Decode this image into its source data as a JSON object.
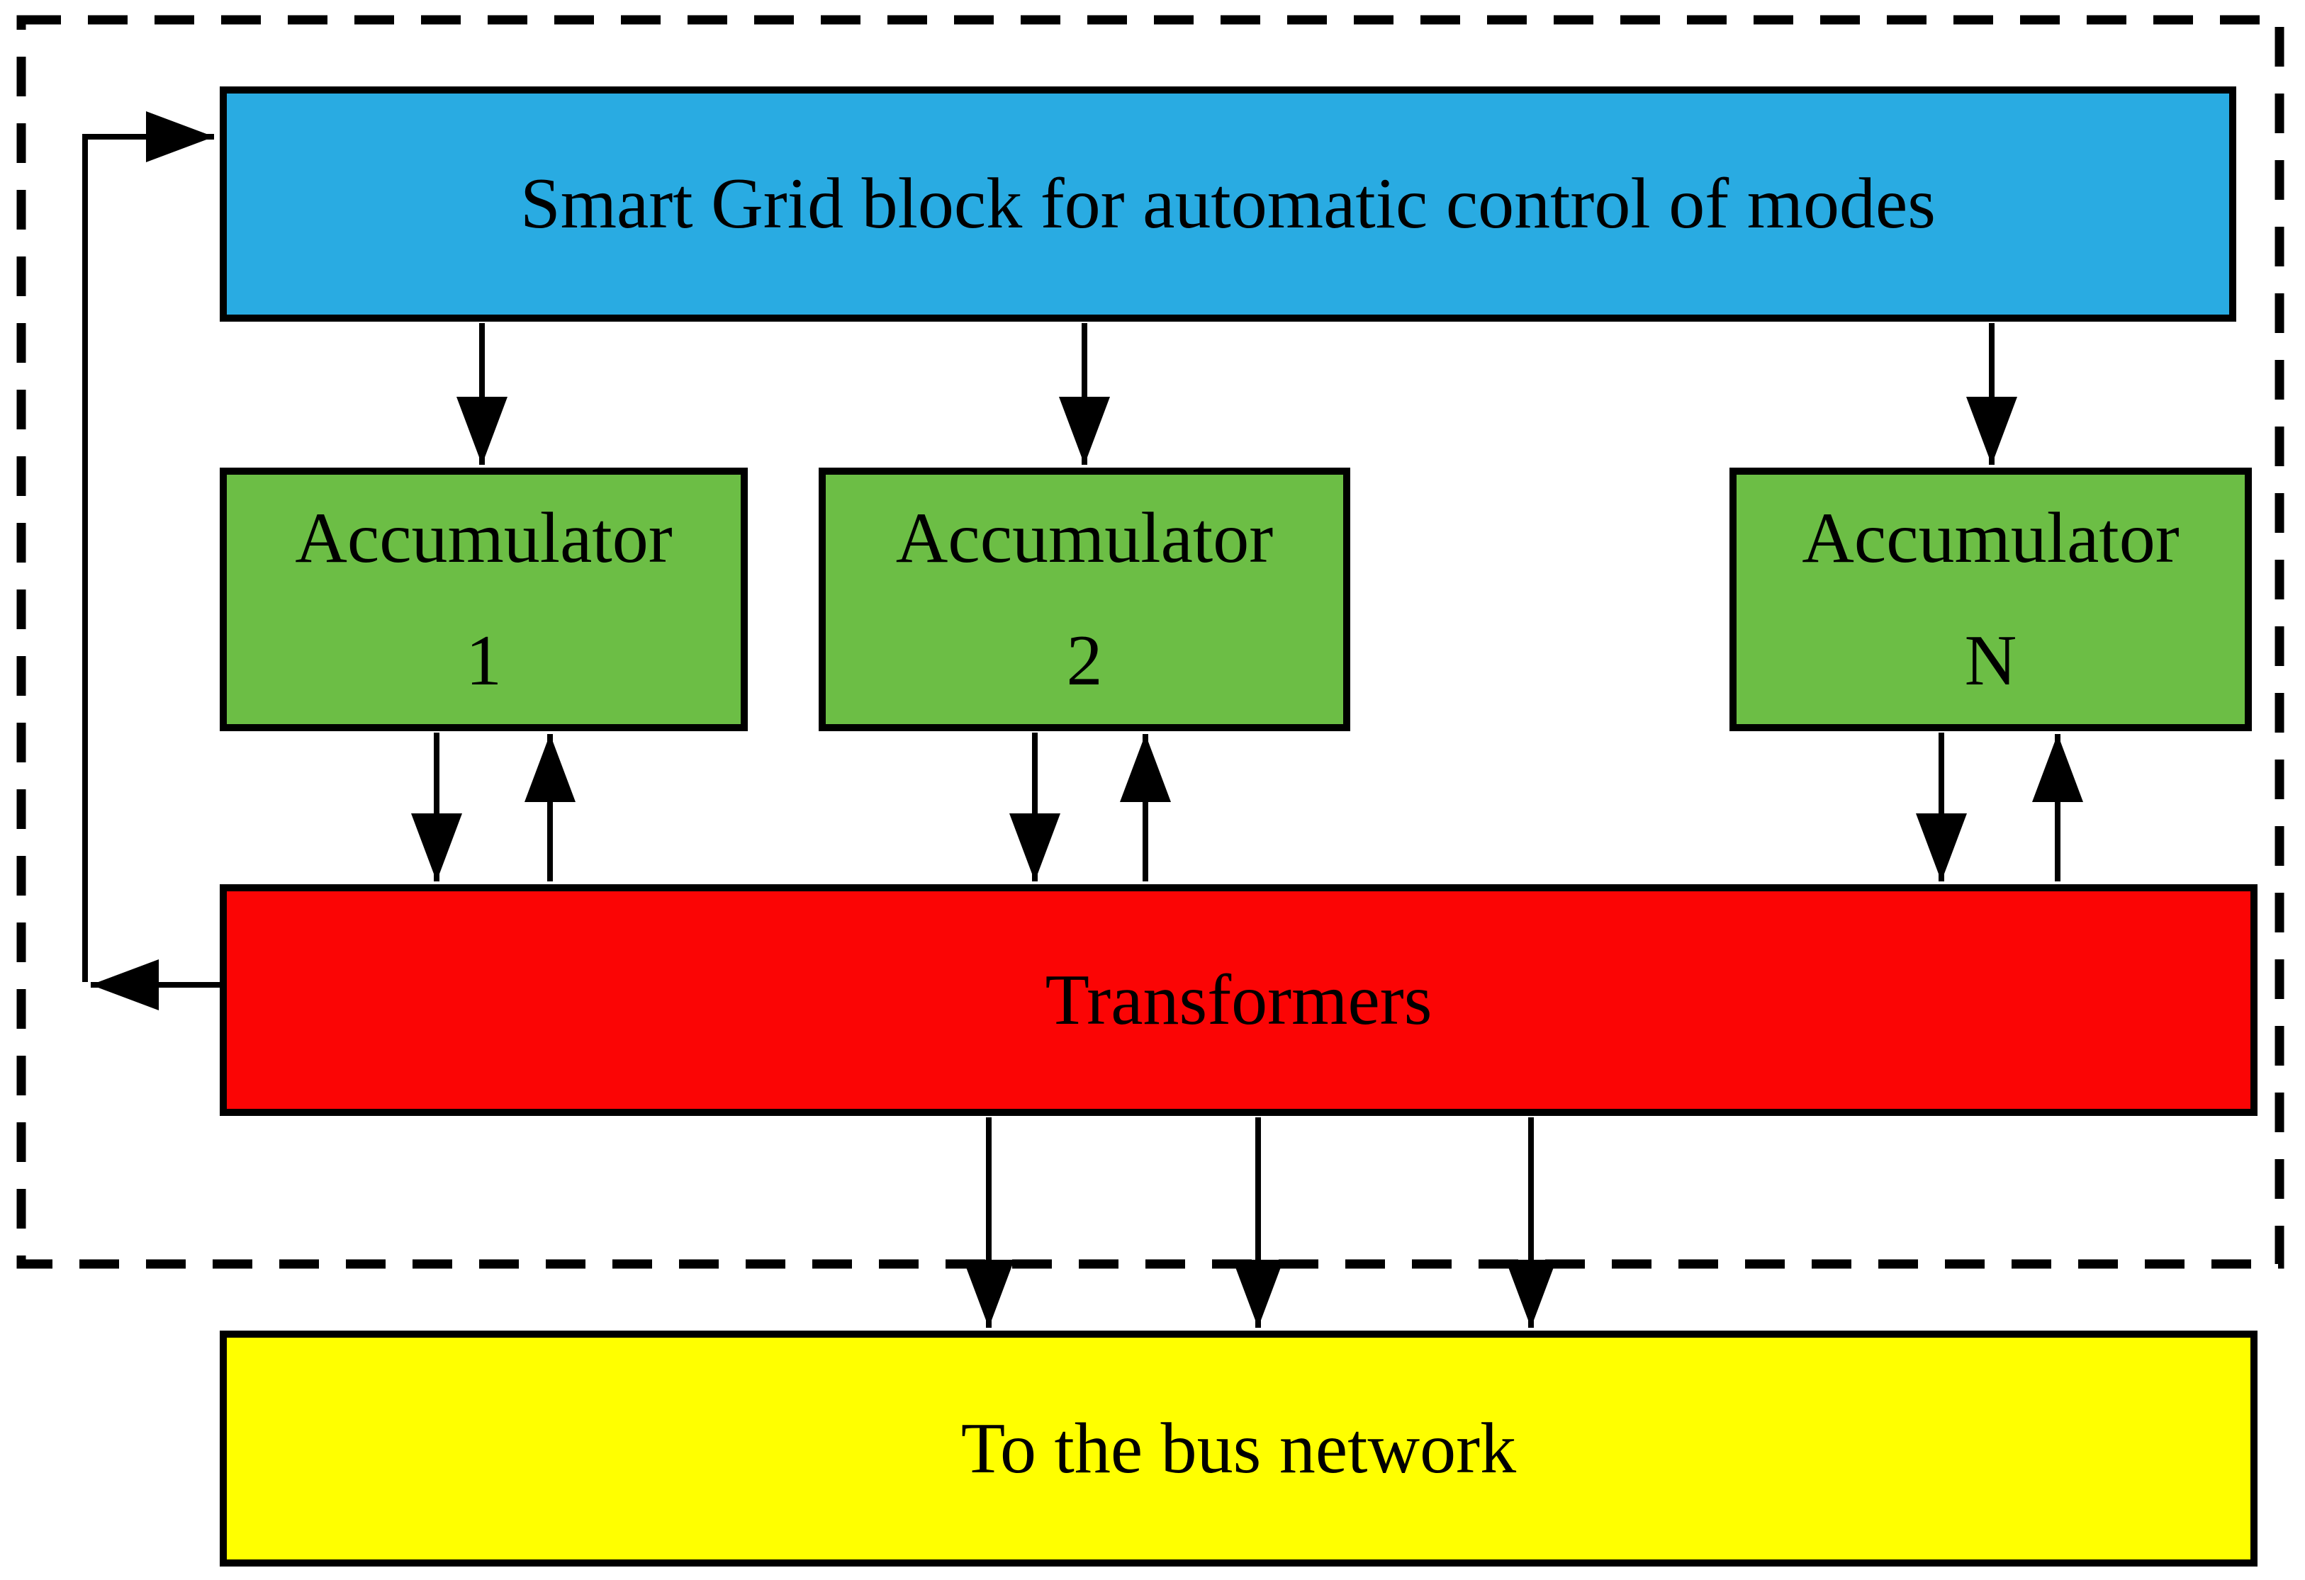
{
  "diagram": {
    "type": "block-diagram",
    "background": "#FFFFFF",
    "boundary": {
      "style": "dashed",
      "color": "#000000",
      "meaning": "system boundary enclosing Smart Grid block, accumulators and transformers"
    },
    "nodes": {
      "smart_grid": {
        "label": "Smart Grid block for automatic control of modes",
        "fill": "#29ABE2",
        "text_color": "#000000"
      },
      "accumulator_1": {
        "label": "Accumulator\n1",
        "fill": "#6CBE45",
        "text_color": "#000000"
      },
      "accumulator_2": {
        "label": "Accumulator\n2",
        "fill": "#6CBE45",
        "text_color": "#000000"
      },
      "accumulator_n": {
        "label": "Accumulator\nN",
        "fill": "#6CBE45",
        "text_color": "#000000"
      },
      "transformers": {
        "label": "Transformers",
        "fill": "#FB0505",
        "text_color": "#000000"
      },
      "bus_network": {
        "label": "To the bus network",
        "fill": "#FFFF00",
        "text_color": "#000000"
      }
    },
    "edges": [
      {
        "from": "smart_grid",
        "to": "accumulator_1",
        "direction": "down"
      },
      {
        "from": "smart_grid",
        "to": "accumulator_2",
        "direction": "down"
      },
      {
        "from": "smart_grid",
        "to": "accumulator_n",
        "direction": "down"
      },
      {
        "from": "accumulator_1",
        "to": "transformers",
        "direction": "down"
      },
      {
        "from": "transformers",
        "to": "accumulator_1",
        "direction": "up"
      },
      {
        "from": "accumulator_2",
        "to": "transformers",
        "direction": "down"
      },
      {
        "from": "transformers",
        "to": "accumulator_2",
        "direction": "up"
      },
      {
        "from": "accumulator_n",
        "to": "transformers",
        "direction": "down"
      },
      {
        "from": "transformers",
        "to": "accumulator_n",
        "direction": "up"
      },
      {
        "from": "transformers",
        "to": "bus_network",
        "direction": "down",
        "count": 3
      },
      {
        "from": "transformers",
        "to": "smart_grid",
        "direction": "feedback-left-loop"
      }
    ],
    "arrow_color": "#000000"
  }
}
